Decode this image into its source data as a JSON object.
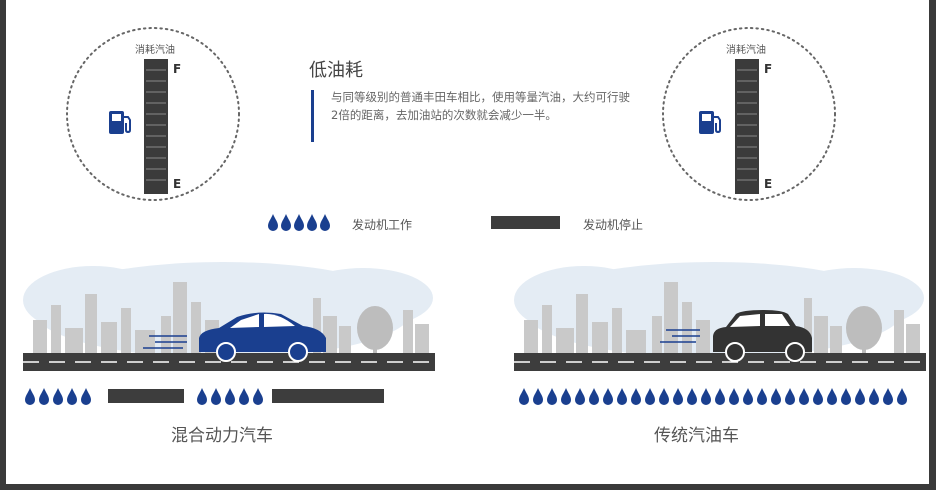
{
  "gauges": {
    "hybrid": {
      "label": "消耗汽油",
      "full": "F",
      "empty": "E"
    },
    "conventional": {
      "label": "消耗汽油",
      "full": "F",
      "empty": "E"
    }
  },
  "feature": {
    "title": "低油耗",
    "description": "与同等级别的普通丰田车相比，使用等量汽油，大约可行驶2倍的距离，去加油站的次数就会减少一半。"
  },
  "legend": {
    "engine_on": "发动机工作",
    "engine_off": "发动机停止"
  },
  "scenes": {
    "hybrid": {
      "caption": "混合动力汽车"
    },
    "conventional": {
      "caption": "传统汽油车"
    }
  },
  "colors": {
    "accent_blue": "#1a3f8f",
    "dark_car": "#333333",
    "road": "#3d3d3d",
    "skyline": "#c9c9c9",
    "sky": "#e4ecf4"
  },
  "icons": [
    "fuel-pump-icon",
    "fuel-drop-icon",
    "car-icon",
    "tree-icon"
  ]
}
